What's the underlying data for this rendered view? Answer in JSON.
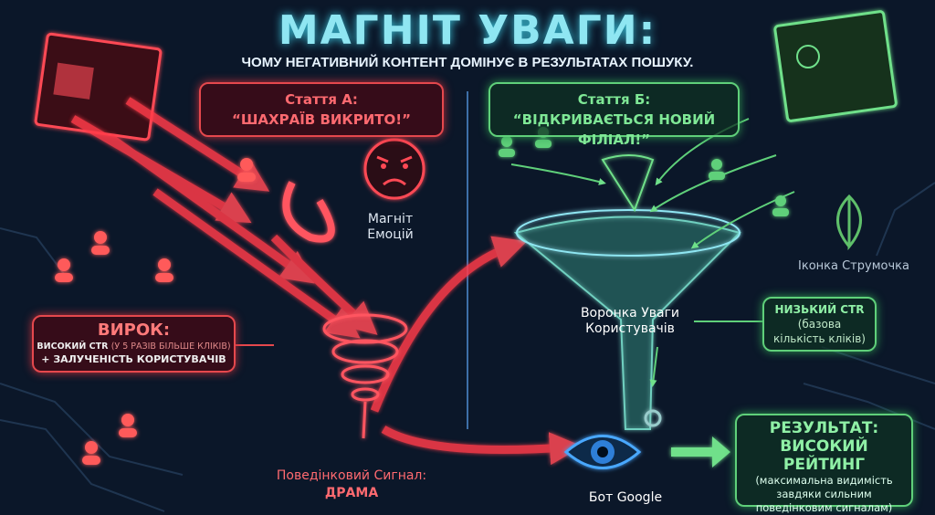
{
  "title": "МАГНІТ УВАГИ:",
  "subtitle": "ЧОМУ НЕГАТИВНИЙ КОНТЕНТ ДОМІНУЄ В РЕЗУЛЬТАТАХ ПОШУКУ.",
  "article_a": {
    "label": "Стаття А:",
    "headline": "“ШАХРАЇВ ВИКРИТО!”"
  },
  "article_b": {
    "label": "Стаття Б:",
    "headline": "“ВІДКРИВАЄТЬСЯ НОВИЙ ФІЛІАЛ!”"
  },
  "magnet": {
    "line1": "Магніт",
    "line2": "Емоцій"
  },
  "funnel": {
    "line1": "Воронка Уваги",
    "line2": "Користувачів"
  },
  "stream_icon": "Іконка Струмочка",
  "verdict": {
    "title": "ВИРОК:",
    "line1_bold": "ВИСОКИЙ CTR",
    "line1_note": "(У 5 РАЗІВ БІЛЬШЕ КЛІКІВ)",
    "line2": "+ ЗАЛУЧЕНІСТЬ КОРИСТУВАЧІВ"
  },
  "low_ctr": {
    "title": "НИЗЬКИЙ CTR",
    "line1": "(базова",
    "line2": "кількість кліків)"
  },
  "signal": {
    "line1": "Поведінковий Сигнал:",
    "line2": "ДРАМА"
  },
  "bot": "Бот Google",
  "result": {
    "title1": "РЕЗУЛЬТАТ:",
    "title2": "ВИСОКИЙ РЕЙТИНГ",
    "line1": "(максимальна видимість",
    "line2": "завдяки сильним",
    "line3": "поведінковим сигналам)"
  },
  "colors": {
    "red": "#e5484d",
    "green": "#5fd07a",
    "cyan": "#8fe6f2",
    "bg": "#0b1729"
  }
}
